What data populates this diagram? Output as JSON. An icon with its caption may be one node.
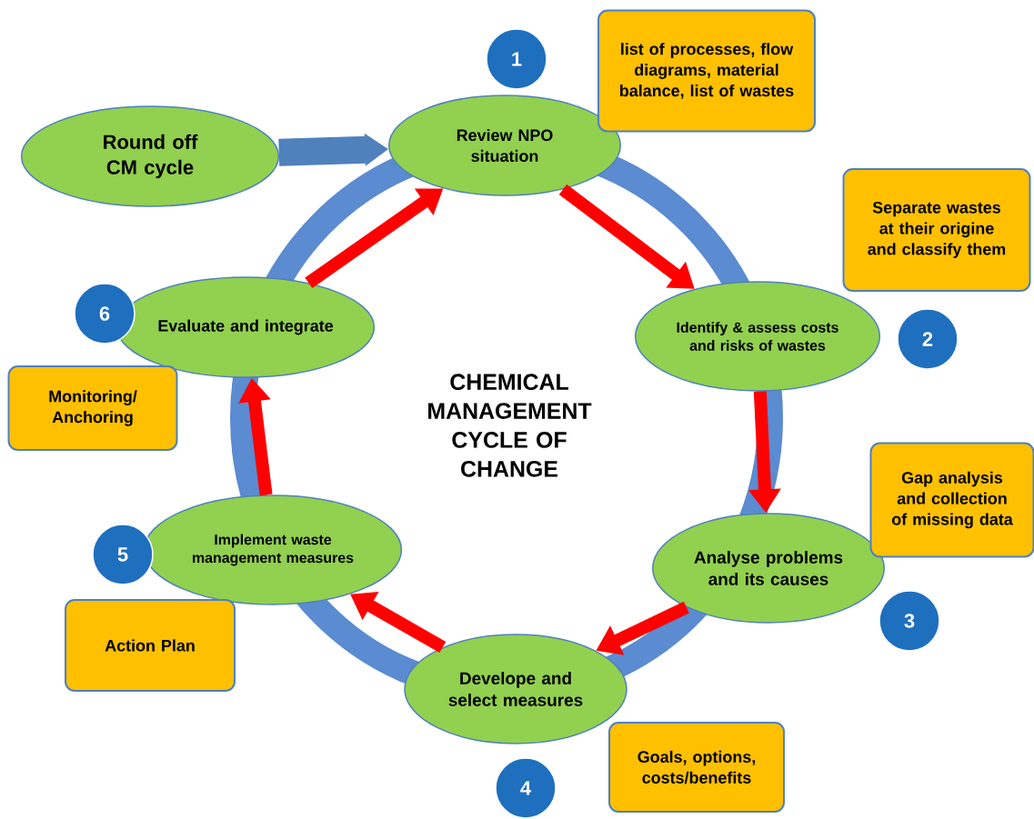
{
  "diagram": {
    "title": "CHEMICAL MANAGEMENT CYCLE OF CHANGE",
    "nodes": [
      {
        "text": [
          "Round off CM cycle"
        ]
      },
      {
        "text": [
          "Review  NPO situation"
        ]
      },
      {
        "text": [
          "Identify & assess costs  and risks of wastes"
        ]
      },
      {
        "text": [
          "Analyse problems and its causes"
        ]
      },
      {
        "text": [
          "Develope and select measures"
        ]
      },
      {
        "text": [
          "Implement waste management measures"
        ]
      },
      {
        "text": [
          "Evaluate and integrate"
        ]
      },
      {
        "text": [
          "1"
        ]
      },
      {
        "text": [
          "2"
        ]
      },
      {
        "text": [
          "3"
        ]
      },
      {
        "text": [
          "4"
        ]
      },
      {
        "text": [
          "5"
        ]
      },
      {
        "text": [
          "6"
        ]
      },
      {
        "text": [
          "list of processes, flow diagrams, material balance, list of wastes"
        ]
      },
      {
        "text": [
          "Separate wastes at their origine and classify them"
        ]
      },
      {
        "text": [
          "Gap  analysis and collection of missing data"
        ]
      },
      {
        "text": [
          "Goals, options, costs/benefits"
        ]
      },
      {
        "text": [
          "Action Plan"
        ]
      },
      {
        "text": [
          "Monitoring/ Anchoring"
        ]
      }
    ],
    "edges": [
      {
        "from": 0,
        "to": 1,
        "arrow": "to",
        "style": "thick",
        "color": "#4f81bd"
      },
      {
        "from": 1,
        "to": 2,
        "arrow": "to"
      },
      {
        "from": 2,
        "to": 3,
        "arrow": "to"
      },
      {
        "from": 3,
        "to": 4,
        "arrow": "to"
      },
      {
        "from": 4,
        "to": 5,
        "arrow": "to"
      },
      {
        "from": 5,
        "to": 6,
        "arrow": "to"
      },
      {
        "from": 6,
        "to": 1,
        "arrow": "to"
      }
    ]
  }
}
